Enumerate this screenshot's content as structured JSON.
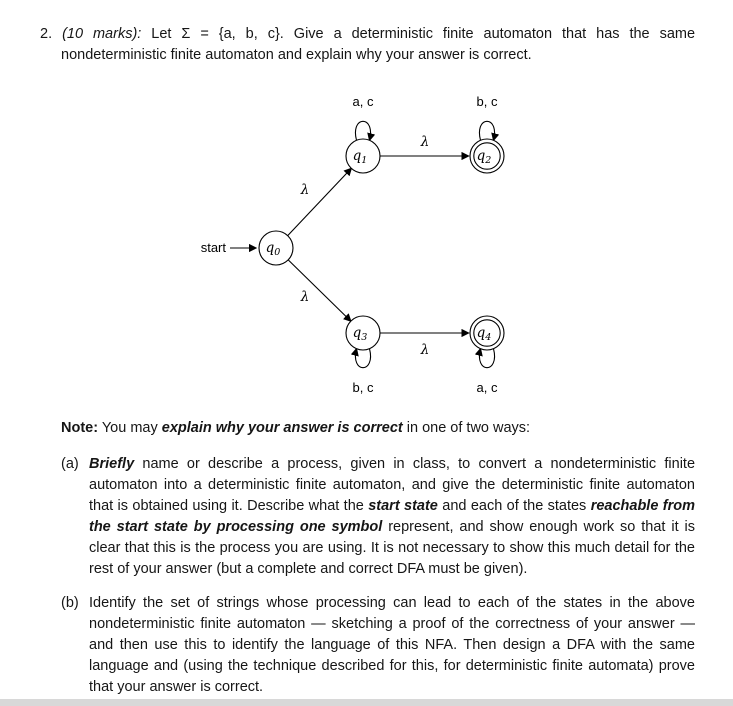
{
  "problem": {
    "number": "2.",
    "marks": "(10 marks):",
    "lead_in": "Let",
    "sigma_expr": "Σ = {a, b, c}.",
    "statement": "Give a deterministic finite automaton that has the same nondeterministic finite automaton and explain why your answer is correct."
  },
  "diagram": {
    "start_label": "start",
    "lambda": "λ",
    "states": [
      {
        "name": "q",
        "sub": "0"
      },
      {
        "name": "q",
        "sub": "1"
      },
      {
        "name": "q",
        "sub": "2"
      },
      {
        "name": "q",
        "sub": "3"
      },
      {
        "name": "q",
        "sub": "4"
      }
    ],
    "loop_labels": {
      "q1": "a, c",
      "q2": "b, c",
      "q3": "b, c",
      "q4": "a, c"
    }
  },
  "note": {
    "label": "Note:",
    "pre": "You may",
    "emph": "explain why your answer is correct",
    "post": "in one of two ways:"
  },
  "items": [
    {
      "marker": "(a)",
      "seg1": "Briefly",
      "seg2": "name or describe a process, given in class, to convert a nondeterministic finite automaton into a deterministic finite automaton, and give the deterministic finite automaton that is obtained using it.  Describe what the",
      "seg3": "start state",
      "seg4": "and each of the states",
      "seg5": "reachable from the start state by processing one symbol",
      "seg6": "represent, and show enough work so that it is clear that this is the process you are using. It is not necessary to show this much detail for the rest of your answer (but a complete and correct DFA must be given)."
    },
    {
      "marker": "(b)",
      "text": "Identify the set of strings whose processing can lead to each of the states in the above nondeterministic finite automaton — sketching a proof of the correctness of your answer — and then use this to identify the language of this NFA. Then design a DFA with the same language and (using the technique described for this, for deterministic finite automata) prove that your answer is correct."
    }
  ]
}
